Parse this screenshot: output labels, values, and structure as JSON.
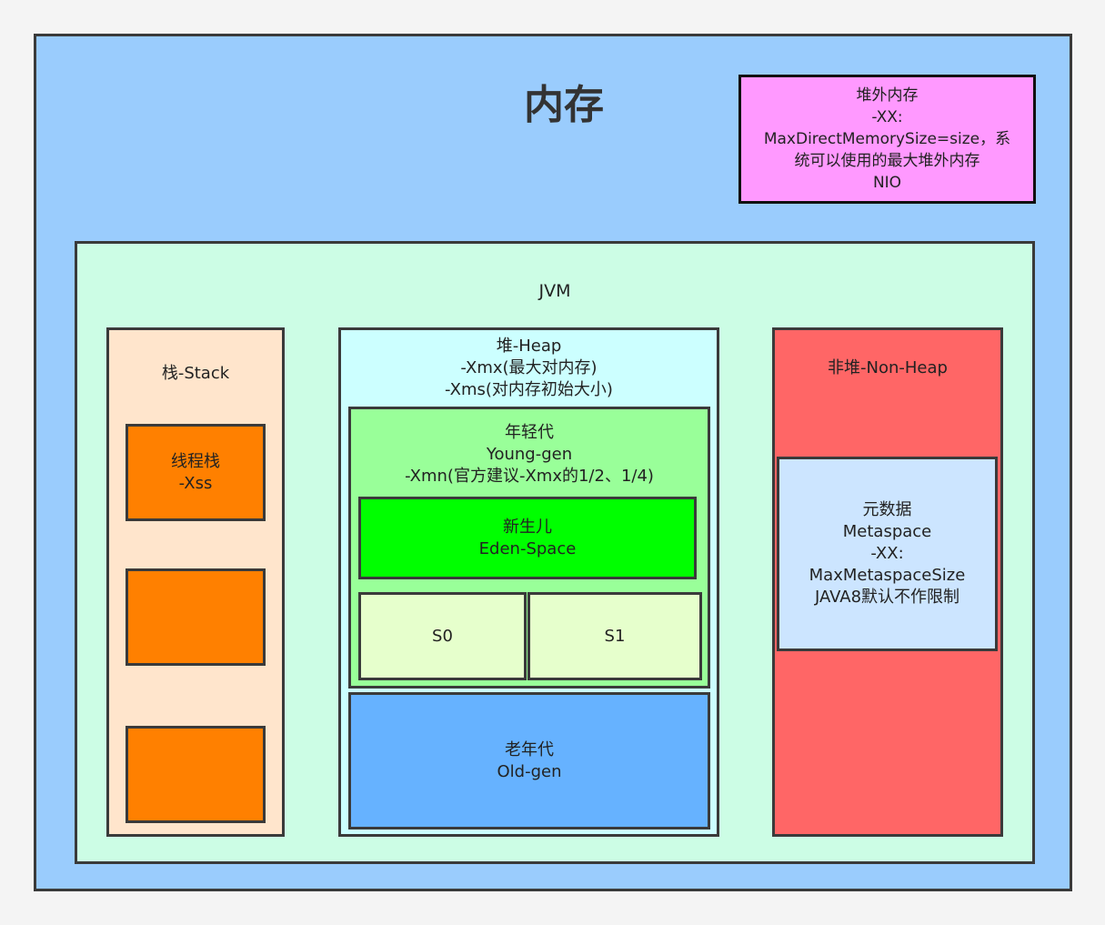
{
  "memory": {
    "title": "内存"
  },
  "offheap": {
    "lines": [
      "堆外内存",
      "-XX:",
      "MaxDirectMemorySize=size，系",
      "统可以使用的最大堆外内存",
      "NIO"
    ]
  },
  "jvm": {
    "label": "JVM",
    "stack": {
      "label": "栈-Stack",
      "thread": {
        "lines": [
          "线程栈",
          "-Xss"
        ]
      }
    },
    "heap": {
      "lines": [
        "堆-Heap",
        "-Xmx(最大对内存)",
        "-Xms(对内存初始大小)"
      ],
      "young": {
        "lines": [
          "年轻代",
          "Young-gen",
          "-Xmn(官方建议-Xmx的1/2、1/4)"
        ],
        "eden": {
          "lines": [
            "新生儿",
            "Eden-Space"
          ]
        },
        "s0": "S0",
        "s1": "S1"
      },
      "old": {
        "lines": [
          "老年代",
          "Old-gen"
        ]
      }
    },
    "nonheap": {
      "label": "非堆-Non-Heap",
      "meta": {
        "lines": [
          "元数据",
          "Metaspace",
          "-XX:",
          "MaxMetaspaceSize",
          "JAVA8默认不作限制"
        ]
      }
    }
  },
  "colors": {
    "memory": "#9accfd",
    "offheap": "#ff99ff",
    "jvm": "#ccfde5",
    "stack": "#ffe5cc",
    "thread": "#ff8000",
    "heap": "#ccffff",
    "young": "#99ff99",
    "eden": "#00ff00",
    "survivor": "#e6ffcc",
    "old": "#66b2ff",
    "nonheap": "#ff6666",
    "meta": "#cce5ff"
  }
}
